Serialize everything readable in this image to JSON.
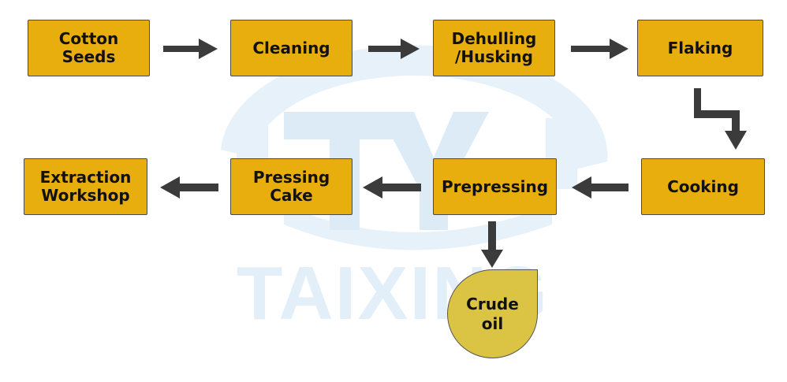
{
  "watermark": {
    "text": "TAIXING",
    "color": "#E3EFF8"
  },
  "colors": {
    "box_fill": "#E8AE0D",
    "arrow": "#3b3b3b",
    "oil_fill": "#DBC443"
  },
  "steps": [
    {
      "label": "Cotton\nSeeds"
    },
    {
      "label": "Cleaning"
    },
    {
      "label": "Dehulling\n/Husking"
    },
    {
      "label": "Flaking"
    },
    {
      "label": "Cooking"
    },
    {
      "label": "Prepressing"
    },
    {
      "label": "Pressing\nCake"
    },
    {
      "label": "Extraction\nWorkshop"
    }
  ],
  "output": {
    "label": "Crude\noil"
  }
}
